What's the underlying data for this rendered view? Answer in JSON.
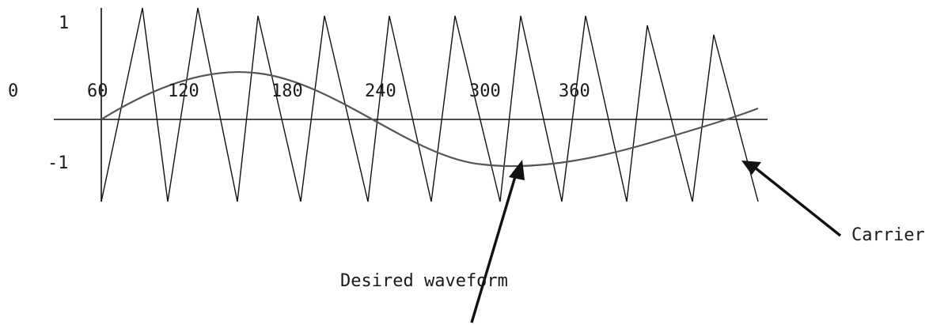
{
  "labels": {
    "y_top": "1",
    "y_bottom": "-1",
    "origin": "0",
    "ticks": [
      "60",
      "120",
      "180",
      "240",
      "300",
      "360"
    ],
    "desired": "Desired waveform",
    "carrier": "Carrier"
  },
  "colors": {
    "line": "#111111",
    "sine": "#555555",
    "text": "#1a1a1a"
  },
  "carrier_wave": {
    "type": "triangle",
    "amplitude": 1,
    "peak_count": 10
  },
  "desired_wave": {
    "type": "sine",
    "cycles": 1
  }
}
